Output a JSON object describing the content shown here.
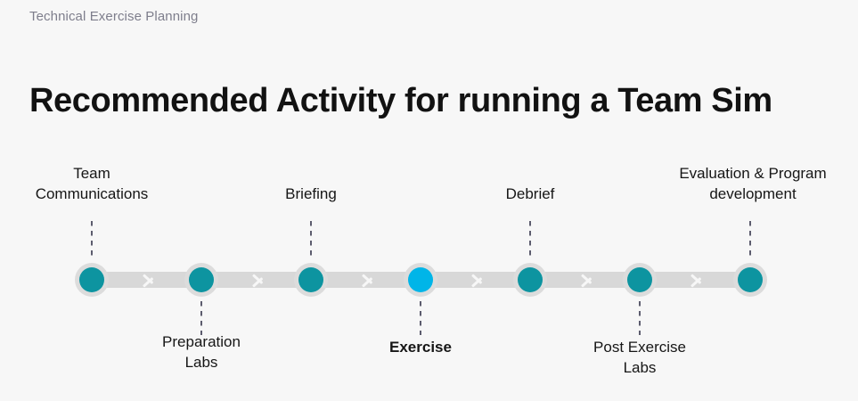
{
  "slide": {
    "eyebrow": "Technical Exercise Planning",
    "title": "Recommended Activity for running a Team Sim",
    "background_color": "#f7f7f7"
  },
  "colors": {
    "node_default": "#0d94a0",
    "node_active": "#00b5e8",
    "node_ring": "#dcdcdc",
    "connector_bar": "#d8d8d8",
    "stem_dash": "#5c5c6e",
    "eyebrow_text": "#7e7e8c",
    "title_text": "#121212",
    "label_text": "#161616"
  },
  "timeline": {
    "orientation": "horizontal",
    "node_count": 7,
    "active_index": 3,
    "connector_style": "chevron-bar",
    "steps": [
      {
        "index": 1,
        "label": "Team\nCommunications",
        "position": "above",
        "active": false
      },
      {
        "index": 2,
        "label": "Preparation\nLabs",
        "position": "below",
        "active": false
      },
      {
        "index": 3,
        "label": "Briefing",
        "position": "above",
        "active": false
      },
      {
        "index": 4,
        "label": "Exercise",
        "position": "below",
        "active": true
      },
      {
        "index": 5,
        "label": "Debrief",
        "position": "above",
        "active": false
      },
      {
        "index": 6,
        "label": "Post Exercise\nLabs",
        "position": "below",
        "active": false
      },
      {
        "index": 7,
        "label": "Evaluation & Program\ndevelopment",
        "position": "above",
        "active": false
      }
    ]
  }
}
